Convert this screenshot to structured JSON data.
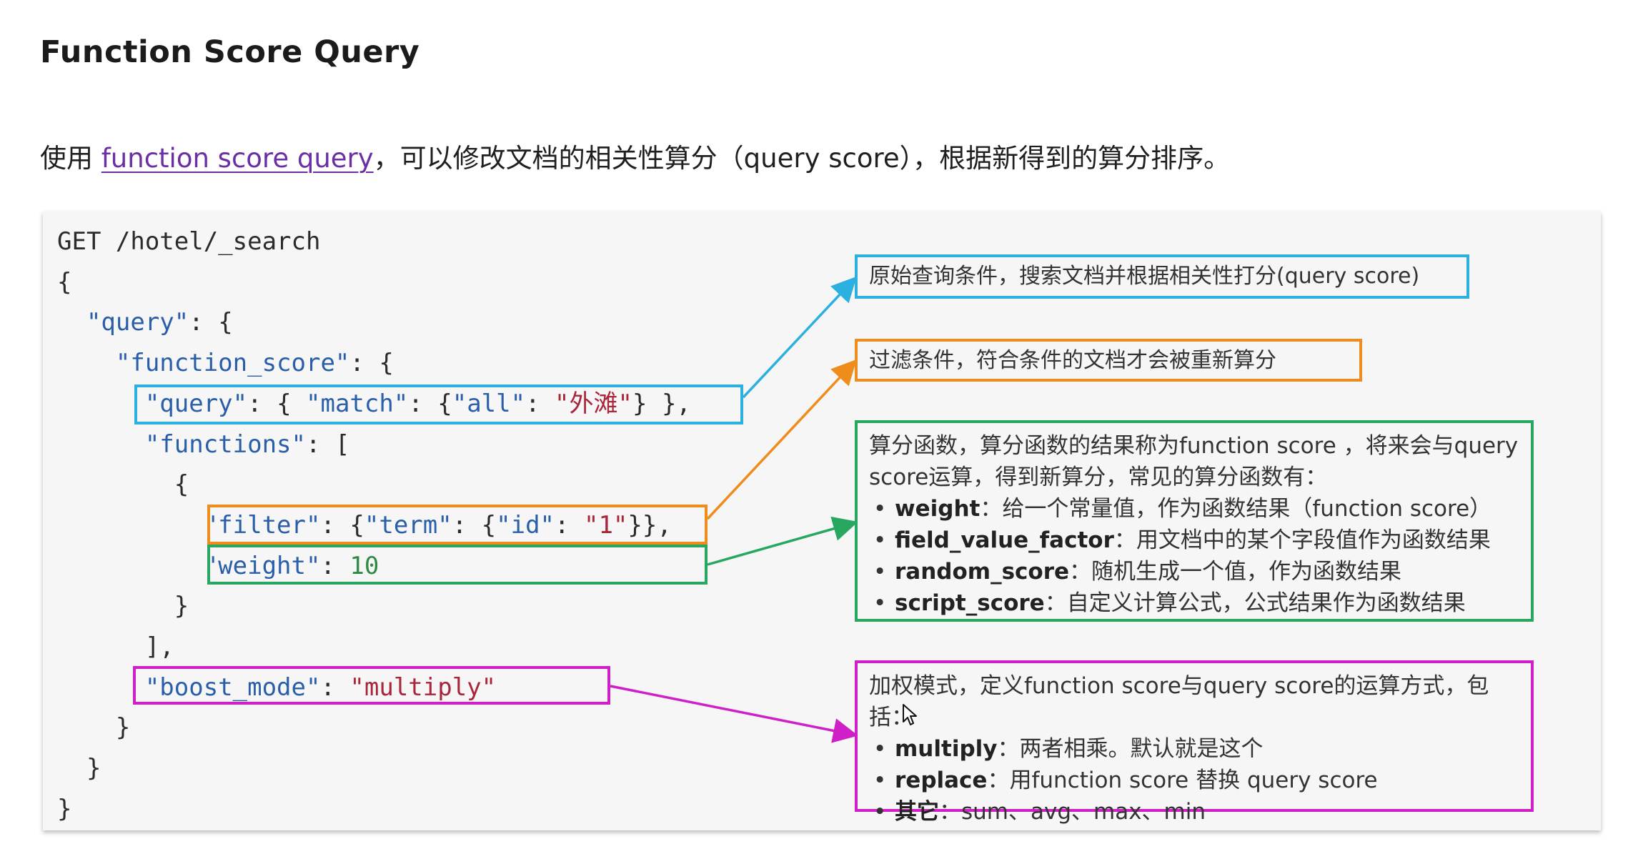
{
  "title": "Function Score Query",
  "intro": {
    "prefix": "使用 ",
    "link": "function score query",
    "suffix": "，可以修改文档的相关性算分（query score），根据新得到的算分排序。"
  },
  "code": {
    "lines": [
      [
        {
          "t": "plain",
          "v": "GET /hotel/_search"
        }
      ],
      [
        {
          "t": "plain",
          "v": "{"
        }
      ],
      [
        {
          "t": "plain",
          "v": "  "
        },
        {
          "t": "key",
          "v": "\"query\""
        },
        {
          "t": "plain",
          "v": ": {"
        }
      ],
      [
        {
          "t": "plain",
          "v": "    "
        },
        {
          "t": "key",
          "v": "\"function_score\""
        },
        {
          "t": "plain",
          "v": ": {"
        }
      ],
      [
        {
          "t": "plain",
          "v": "      "
        },
        {
          "t": "key",
          "v": "\"query\""
        },
        {
          "t": "plain",
          "v": ": { "
        },
        {
          "t": "key",
          "v": "\"match\""
        },
        {
          "t": "plain",
          "v": ": {"
        },
        {
          "t": "key",
          "v": "\"all\""
        },
        {
          "t": "plain",
          "v": ": "
        },
        {
          "t": "str",
          "v": "\"外滩\""
        },
        {
          "t": "plain",
          "v": "} },"
        }
      ],
      [
        {
          "t": "plain",
          "v": "      "
        },
        {
          "t": "key",
          "v": "\"functions\""
        },
        {
          "t": "plain",
          "v": ": ["
        }
      ],
      [
        {
          "t": "plain",
          "v": "        {"
        }
      ],
      [
        {
          "t": "plain",
          "v": "          "
        },
        {
          "t": "key",
          "v": "\"filter\""
        },
        {
          "t": "plain",
          "v": ": {"
        },
        {
          "t": "key",
          "v": "\"term\""
        },
        {
          "t": "plain",
          "v": ": {"
        },
        {
          "t": "key",
          "v": "\"id\""
        },
        {
          "t": "plain",
          "v": ": "
        },
        {
          "t": "str",
          "v": "\"1\""
        },
        {
          "t": "plain",
          "v": "}},"
        }
      ],
      [
        {
          "t": "plain",
          "v": "          "
        },
        {
          "t": "key",
          "v": "\"weight\""
        },
        {
          "t": "plain",
          "v": ": "
        },
        {
          "t": "num",
          "v": "10"
        }
      ],
      [
        {
          "t": "plain",
          "v": "        }"
        }
      ],
      [
        {
          "t": "plain",
          "v": "      ],"
        }
      ],
      [
        {
          "t": "plain",
          "v": "      "
        },
        {
          "t": "key",
          "v": "\"boost_mode\""
        },
        {
          "t": "plain",
          "v": ": "
        },
        {
          "t": "str",
          "v": "\"multiply\""
        }
      ],
      [
        {
          "t": "plain",
          "v": "    }"
        }
      ],
      [
        {
          "t": "plain",
          "v": "  }"
        }
      ],
      [
        {
          "t": "plain",
          "v": "}"
        }
      ]
    ]
  },
  "notes": {
    "query": "原始查询条件，搜索文档并根据相关性打分(query score)",
    "filter": "过滤条件，符合条件的文档才会被重新算分",
    "functions": {
      "intro": "算分函数，算分函数的结果称为function score ，将来会与query score运算，得到新算分，常见的算分函数有：",
      "items": [
        {
          "name": "weight",
          "desc": "：给一个常量值，作为函数结果（function score）"
        },
        {
          "name": "field_value_factor",
          "desc": "：用文档中的某个字段值作为函数结果"
        },
        {
          "name": "random_score",
          "desc": "：随机生成一个值，作为函数结果"
        },
        {
          "name": "script_score",
          "desc": "：自定义计算公式，公式结果作为函数结果"
        }
      ]
    },
    "boost_mode": {
      "intro": "加权模式，定义function score与query score的运算方式，包括：",
      "items": [
        {
          "name": "multiply",
          "desc": "：两者相乘。默认就是这个"
        },
        {
          "name": "replace",
          "desc": "：用function score 替换 query score"
        },
        {
          "name": "其它",
          "desc": "：sum、avg、max、min"
        }
      ]
    }
  },
  "colors": {
    "query": "#2bb0e0",
    "filter": "#ee8c1c",
    "weight": "#27a760",
    "boost_mode": "#d01fc6",
    "link": "#6b2ea5",
    "json_key": "#2a5ea8",
    "json_string": "#a8253a",
    "json_number": "#2e8a45"
  }
}
